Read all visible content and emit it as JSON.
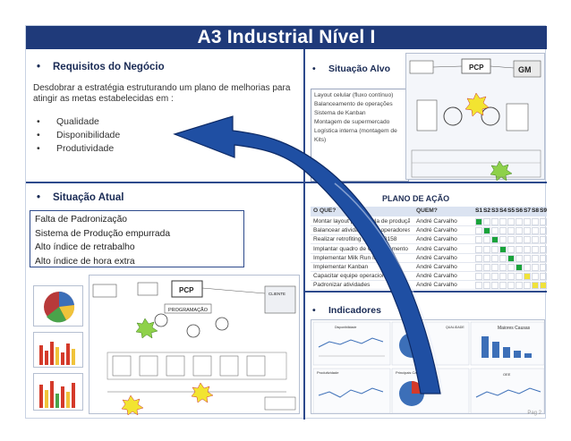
{
  "title": "A3 Industrial Nível I",
  "requisitos": {
    "heading": "Requisitos do Negócio",
    "text": "Desdobrar a estratégia estruturando um plano de melhorias para atingir as metas estabelecidas em :",
    "items": [
      "Qualidade",
      "Disponibilidade",
      "Produtividade"
    ]
  },
  "situacao_alvo": {
    "heading": "Situação Alvo",
    "items": [
      "Layout celular (fluxo contínuo)",
      "Balanceamento de operações",
      "Sistema de Kanban",
      "Montagem de supermercado",
      "Logística interna (montagem de Kits)"
    ],
    "diagram_labels": [
      "PCP",
      "GM"
    ]
  },
  "situacao_atual": {
    "heading": "Situação Atual",
    "items": [
      "Falta de Padronização",
      "Sistema de Produção empurrada",
      "Alto índice de retrabalho",
      "Alto índice de hora extra"
    ],
    "diagram_labels": [
      "PCP",
      "PROGRAMAÇÃO",
      "CLIENTE"
    ]
  },
  "plano_acao": {
    "title": "PLANO DE AÇÃO",
    "col_what": "O QUE?",
    "col_who": "QUEM?",
    "weeks": [
      "S1",
      "S2",
      "S3",
      "S4",
      "S5",
      "S6",
      "S7",
      "S8",
      "S9"
    ],
    "rows": [
      {
        "what": "Montar layout para célula de produção",
        "who": "André Carvalho",
        "status": [
          "green",
          "",
          "",
          "",
          "",
          "",
          "",
          "",
          ""
        ]
      },
      {
        "what": "Balancear atividades dos operadores",
        "who": "André Carvalho",
        "status": [
          "",
          "green",
          "",
          "",
          "",
          "",
          "",
          "",
          ""
        ]
      },
      {
        "what": "Realizar retrofiting equipto 0158",
        "who": "André Carvalho",
        "status": [
          "",
          "",
          "green",
          "",
          "",
          "",
          "",
          "",
          ""
        ]
      },
      {
        "what": "Implantar quadro de Gerenciamento",
        "who": "André Carvalho",
        "status": [
          "",
          "",
          "",
          "green",
          "",
          "",
          "",
          "",
          ""
        ]
      },
      {
        "what": "Implementar Milk Run Interno",
        "who": "André Carvalho",
        "status": [
          "",
          "",
          "",
          "",
          "green",
          "",
          "",
          "",
          ""
        ]
      },
      {
        "what": "Implementar Kanban",
        "who": "André Carvalho",
        "status": [
          "",
          "",
          "",
          "",
          "",
          "green",
          "",
          "",
          ""
        ]
      },
      {
        "what": "Capacitar equipe operacional",
        "who": "André Carvalho",
        "status": [
          "",
          "",
          "",
          "",
          "",
          "",
          "yellow",
          "",
          ""
        ]
      },
      {
        "what": "Padronizar atividades",
        "who": "André Carvalho",
        "status": [
          "",
          "",
          "",
          "",
          "",
          "",
          "",
          "yellow",
          "yellow"
        ]
      }
    ]
  },
  "indicadores": {
    "heading": "Indicadores",
    "chart_titles": [
      "Disponibilidade",
      "Maiores Causas",
      "Produtividade",
      "Principais Causas",
      "OEE",
      "QUALIDADE"
    ]
  },
  "colors": {
    "title_bar": "#1f3a7a",
    "frame": "#2d4a8c",
    "arrow_fill": "#1f4fa3",
    "status_green": "#19a33a",
    "status_yellow": "#f0e23a"
  }
}
